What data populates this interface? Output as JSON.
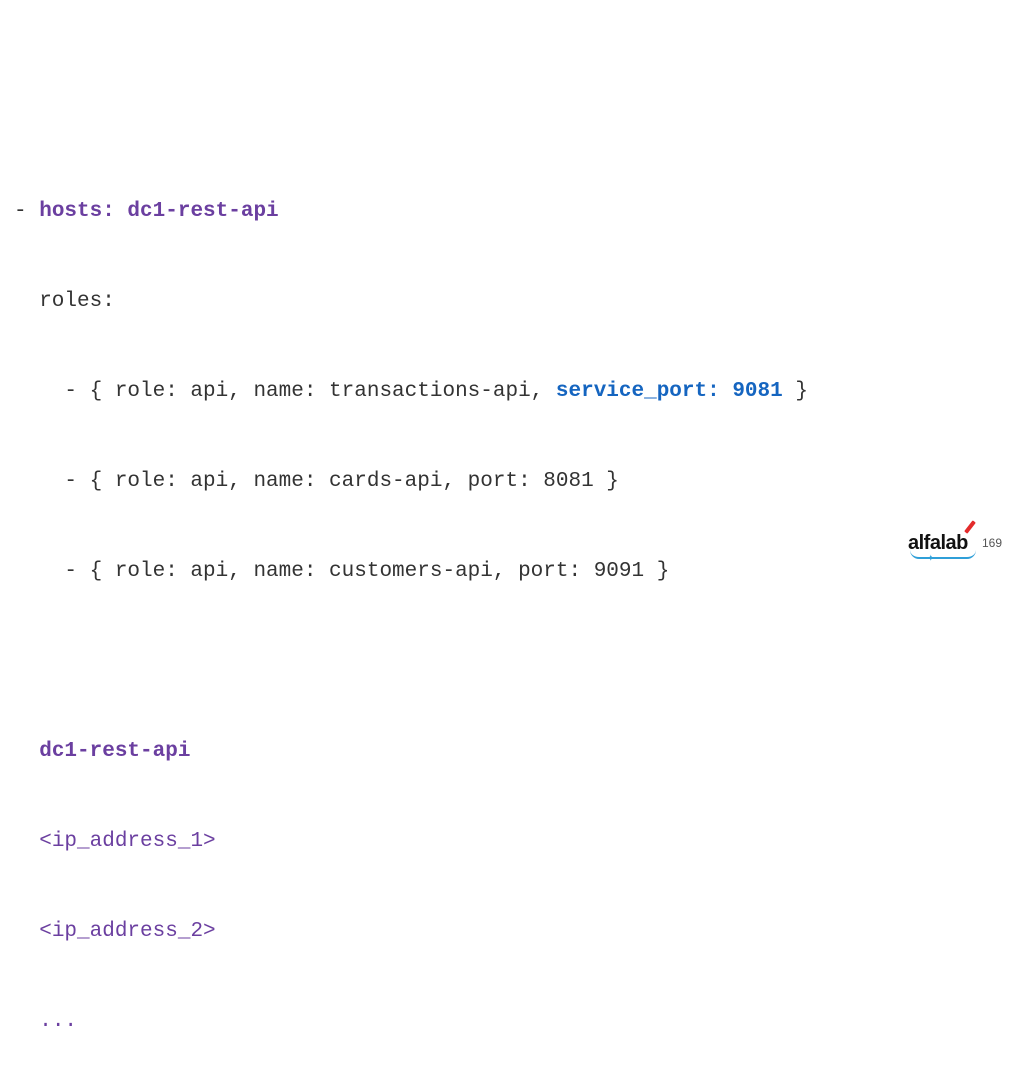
{
  "code": {
    "line1_dash": "- ",
    "line1_key": "hosts: dc1-rest-api",
    "line2": "  roles:",
    "line3_pre": "    - { role: api, name: transactions-api, ",
    "line3_highlight": "service_port: 9081",
    "line3_post": " }",
    "line4": "    - { role: api, name: cards-api, port: 8081 }",
    "line5": "    - { role: api, name: customers-api, port: 9091 }",
    "line7": "dc1-rest-api",
    "line8": "<ip_address_1>",
    "line9": "<ip_address_2>",
    "line10": "..."
  },
  "brand": {
    "logo_text": "alfalab",
    "page_number": "169"
  },
  "colors": {
    "key_purple": "#6b3fa0",
    "highlight_blue": "#1565c0",
    "logo_red": "#e32b2b",
    "logo_blue": "#2f9fd8"
  },
  "icons": {
    "logo": "alfalab-logo-icon"
  }
}
